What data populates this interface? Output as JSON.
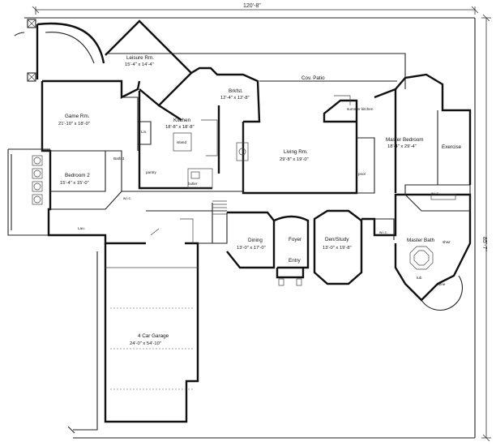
{
  "dimensions": {
    "overall_width": "120'-8\"",
    "overall_depth": "85'-7\""
  },
  "rooms": [
    {
      "id": "leisure",
      "name": "Leisure Rm.",
      "size": "15'-4\" x 14'-4\""
    },
    {
      "id": "cov-patio",
      "name": "Cov. Patio",
      "size": ""
    },
    {
      "id": "bkfst",
      "name": "Brkfst.",
      "size": "12'-4\" x 12'-8\""
    },
    {
      "id": "game",
      "name": "Game Rm.",
      "size": "21'-10\" x 18'-0\""
    },
    {
      "id": "kitchen",
      "name": "Kitchen",
      "size": "18'-8\" x 18'-8\""
    },
    {
      "id": "island",
      "name": "island",
      "size": ""
    },
    {
      "id": "living",
      "name": "Living Rm.",
      "size": "29'-8\" x 19'-0\""
    },
    {
      "id": "master-bed",
      "name": "Master Bedroom",
      "size": "18'-4\" x 29'-4\""
    },
    {
      "id": "exercise",
      "name": "Exercise",
      "size": ""
    },
    {
      "id": "bath3",
      "name": "Bath 3",
      "size": ""
    },
    {
      "id": "bedroom2",
      "name": "Bedroom 2",
      "size": "15'-4\" x 15'-0\""
    },
    {
      "id": "pantry",
      "name": "pantry",
      "size": ""
    },
    {
      "id": "butler",
      "name": "butler",
      "size": ""
    },
    {
      "id": "pool",
      "name": "pool",
      "size": ""
    },
    {
      "id": "wic1",
      "name": "w.i.c.",
      "size": ""
    },
    {
      "id": "wic-master",
      "name": "w.i.c.",
      "size": ""
    },
    {
      "id": "laundry",
      "name": "Lau.",
      "size": ""
    },
    {
      "id": "dining",
      "name": "Dining",
      "size": "13'-0\" x 17'-0\""
    },
    {
      "id": "foyer",
      "name": "Foyer",
      "size": ""
    },
    {
      "id": "entry",
      "name": "Entry",
      "size": ""
    },
    {
      "id": "den",
      "name": "Den/Study",
      "size": "13'-0\" x 19'-8\""
    },
    {
      "id": "wic3",
      "name": "w.i.c.",
      "size": ""
    },
    {
      "id": "master-bath",
      "name": "Master Bath",
      "size": ""
    },
    {
      "id": "garage",
      "name": "4 Car Garage",
      "size": "24'-0\" x 54'-10\""
    }
  ],
  "small_labels": {
    "lin": "Lin.",
    "summer_kitchen": "summer kitchen",
    "shower": "shwr",
    "tub": "tub",
    "wine": "wine"
  }
}
